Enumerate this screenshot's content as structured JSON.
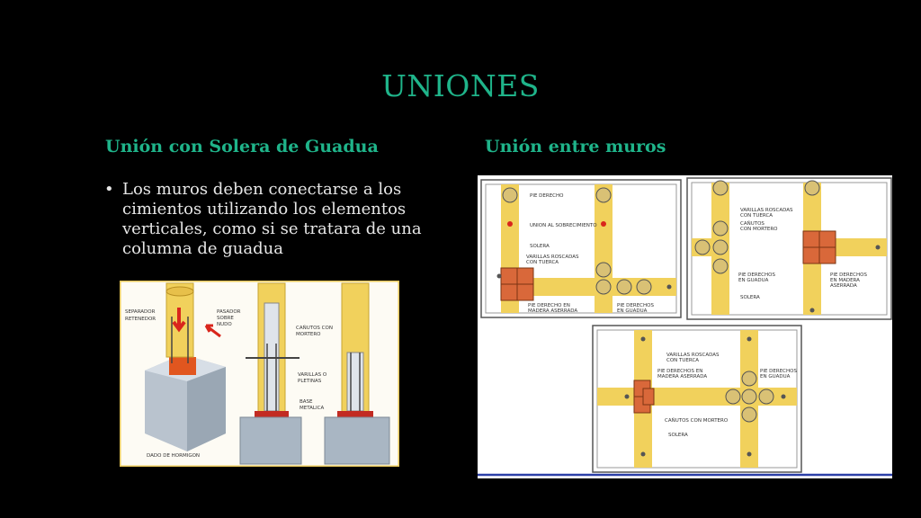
{
  "slide": {
    "title": "UNIONES",
    "left_subtitle": "Unión con Solera de Guadua",
    "right_subtitle": "Unión entre muros",
    "bullet_text": "Los muros deben conectarse a los cimientos utilizando los elementos verticales, como si se tratara de una columna de guadua"
  },
  "left_figure": {
    "labels": {
      "separador": "SEPARADOR",
      "retenedor": "RETENEDOR",
      "pasador": "PASADOR",
      "sobre": "SOBRE",
      "nudo": "NUDO",
      "canutos": "CAÑUTOS CON",
      "mortero": "MORTERO",
      "varillas": "VARILLAS O",
      "pletinas": "PLETINAS",
      "base": "BASE",
      "metalica": "METALICA",
      "dado": "DADO DE HORMIGON"
    }
  },
  "right_figure": {
    "panel1": {
      "pie_derecho": "PIE DERECHO",
      "union": "UNION AL SOBRECIMIENTO",
      "solera": "SOLERA",
      "varillas1": "VARILLAS ROSCADAS",
      "varillas2": "CON TUERCA",
      "madera1": "PIE DERECHO EN",
      "madera2": "MADERA ASERRADA",
      "guadua1": "PIE DERECHOS",
      "guadua2": "EN GUADUA"
    },
    "panel2": {
      "varillas1": "VARILLAS ROSCADAS",
      "varillas2": "CON TUERCA",
      "canutos1": "CAÑUTOS",
      "canutos2": "CON MORTERO",
      "guadua1": "PIE DERECHOS",
      "guadua2": "EN GUADUA",
      "madera1": "PIE DERECHOS",
      "madera2": "EN MADERA",
      "madera3": "ASERRADA",
      "solera": "SOLERA"
    },
    "panel3": {
      "varillas1": "VARILLAS ROSCADAS",
      "varillas2": "CON TUERCA",
      "madera1": "PIE DERECHOS EN",
      "madera2": "MADERA ASERRADA",
      "guadua1": "PIE DERECHOS",
      "guadua2": "EN GUADUA",
      "canutos": "CAÑUTOS CON MORTERO",
      "solera": "SOLERA"
    }
  },
  "colors": {
    "title": "#1fb48a",
    "bamboo": "#f1d15c",
    "wood": "#d9683a"
  }
}
